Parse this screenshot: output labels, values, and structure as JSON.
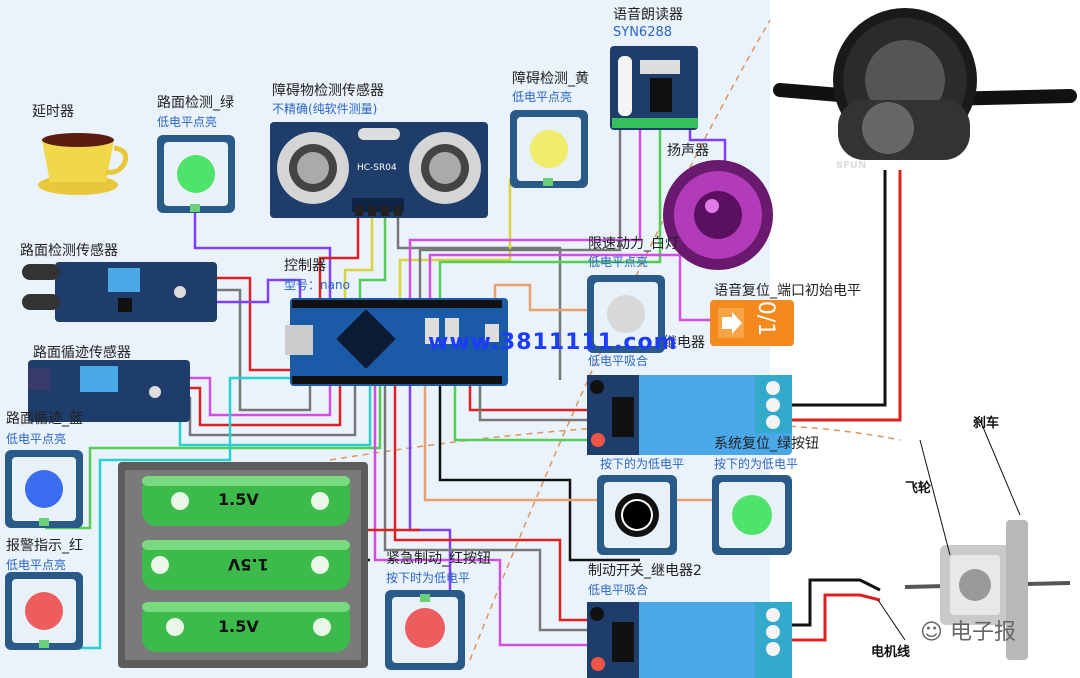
{
  "labels": {
    "delay": "延时器",
    "road_green": "路面检测_绿",
    "road_green_sub": "低电平点亮",
    "obstacle_sensor": "障碍物检测传感器",
    "obstacle_sensor_sub": "不精确(纯软件测量)",
    "hc_sr04": "HC-SR04",
    "obstacle_yellow": "障碍检测_黄",
    "obstacle_yellow_sub": "低电平点亮",
    "voice_reader": "语音朗读器",
    "voice_model": "SYN6288",
    "speaker": "扬声器",
    "road_sensor": "路面检测传感器",
    "controller": "控制器",
    "controller_model": "型号：nano",
    "speed_limit": "限速动力_白灯",
    "speed_limit_sub": "低电平点亮",
    "relay": "继电器",
    "relay_sub": "低电平吸合",
    "voice_reset": "语音复位_端口初始电平",
    "io_box": "0/1",
    "line_track": "路面循迹传感器",
    "road_track_blue": "路面循迹_蓝",
    "road_track_blue_sub": "低电平点亮",
    "sys_reset": "系统复位_绿按钮",
    "press_low_1": "按下的为低电平",
    "press_low_2": "按下的为低电平",
    "alarm_red": "报警指示_红",
    "alarm_red_sub": "低电平点亮",
    "battery_1": "1.5V",
    "battery_2": "1.5V",
    "battery_3": "1.5V",
    "emergency": "紧急制动_红按钮",
    "emergency_sub": "按下时为低电平",
    "brake_switch": "制动开关_继电器2",
    "relay2_sub": "低电平吸合",
    "watermark": "www.3811111.com",
    "flywheel": "飞轮",
    "brake": "刹车",
    "motor_wire": "电机线",
    "wechat_source": "电子报",
    "motor_brand": "8FUN"
  },
  "colors": {
    "background": "#eaf3fb",
    "board": "#1a5aa6",
    "module": "#1f3d6b",
    "relay": "#4aa8e8",
    "led_green": "#4ee36a",
    "led_yellow": "#f1ec6a",
    "led_blue": "#3d6cf2",
    "led_red": "#ee5d5d",
    "wire_purple": "#7f3fff",
    "wire_magenta": "#d04fe0",
    "wire_green": "#55cc55",
    "wire_cyan": "#2bd1cc",
    "wire_yellow": "#d9d43d",
    "wire_red": "#e02020",
    "wire_orange": "#e8a070",
    "wire_gray": "#777777",
    "wire_black": "#111111"
  }
}
